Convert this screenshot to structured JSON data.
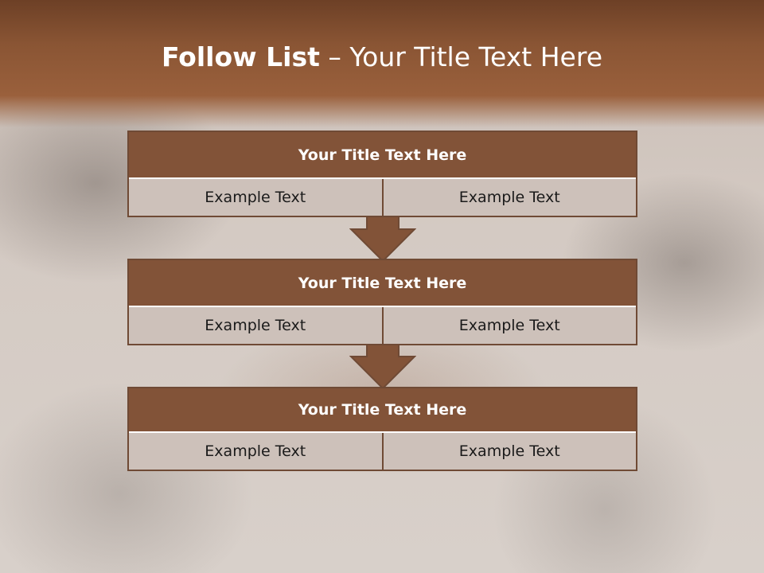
{
  "title": {
    "bold": "Follow List",
    "dash": " – ",
    "rest": "Your Title Text Here"
  },
  "blocks": [
    {
      "heading": "Your Title Text Here",
      "left": "Example Text",
      "right": "Example Text"
    },
    {
      "heading": "Your Title Text Here",
      "left": "Example Text",
      "right": "Example Text"
    },
    {
      "heading": "Your Title Text Here",
      "left": "Example Text",
      "right": "Example Text"
    }
  ],
  "colors": {
    "header": "#8a5534",
    "block_header": "#825338",
    "border": "#6f4a35",
    "cell": "#cdc1ba"
  }
}
